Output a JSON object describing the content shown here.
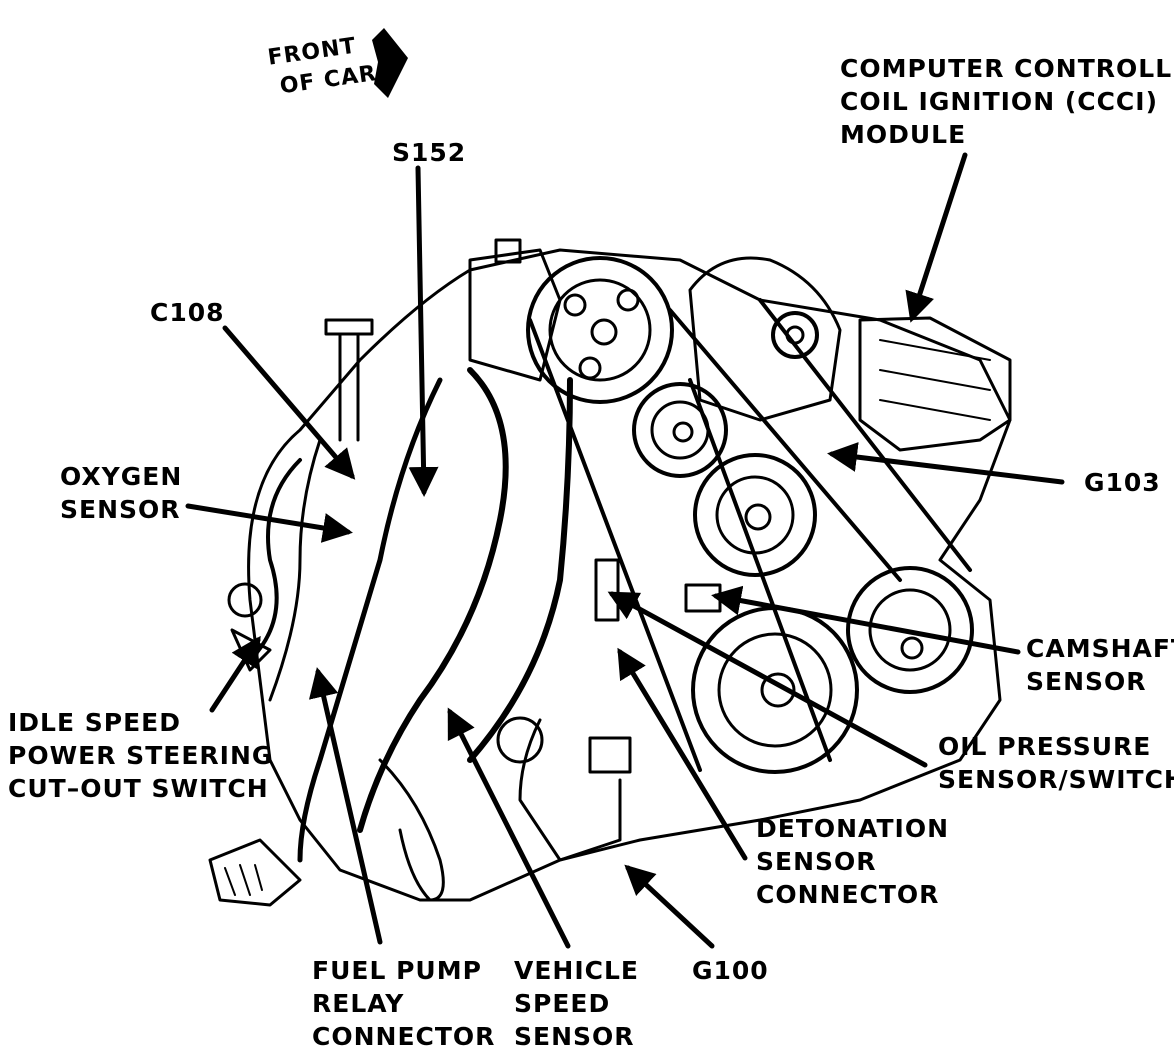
{
  "orientation": {
    "line1": "FRONT",
    "line2": "OF CAR"
  },
  "labels": {
    "ccci": {
      "line1": "COMPUTER CONTROLLED",
      "line2": "COIL IGNITION (CCCI)",
      "line3": "MODULE"
    },
    "s152": "S152",
    "c108": "C108",
    "oxygen": {
      "line1": "OXYGEN",
      "line2": "SENSOR"
    },
    "g103": "G103",
    "camshaft": {
      "line1": "CAMSHAFT",
      "line2": "SENSOR"
    },
    "idle": {
      "line1": "IDLE SPEED",
      "line2": "POWER STEERING",
      "line3": "CUT–OUT SWITCH"
    },
    "oil": {
      "line1": "OIL PRESSURE",
      "line2": "SENSOR/SWITCH"
    },
    "detonation": {
      "line1": "DETONATION",
      "line2": "SENSOR",
      "line3": "CONNECTOR"
    },
    "fuel_pump": {
      "line1": "FUEL PUMP",
      "line2": "RELAY",
      "line3": "CONNECTOR"
    },
    "vss": {
      "line1": "VEHICLE",
      "line2": "SPEED",
      "line3": "SENSOR"
    },
    "g100": "G100"
  },
  "colors": {
    "ink": "#000000",
    "paper": "#ffffff"
  }
}
